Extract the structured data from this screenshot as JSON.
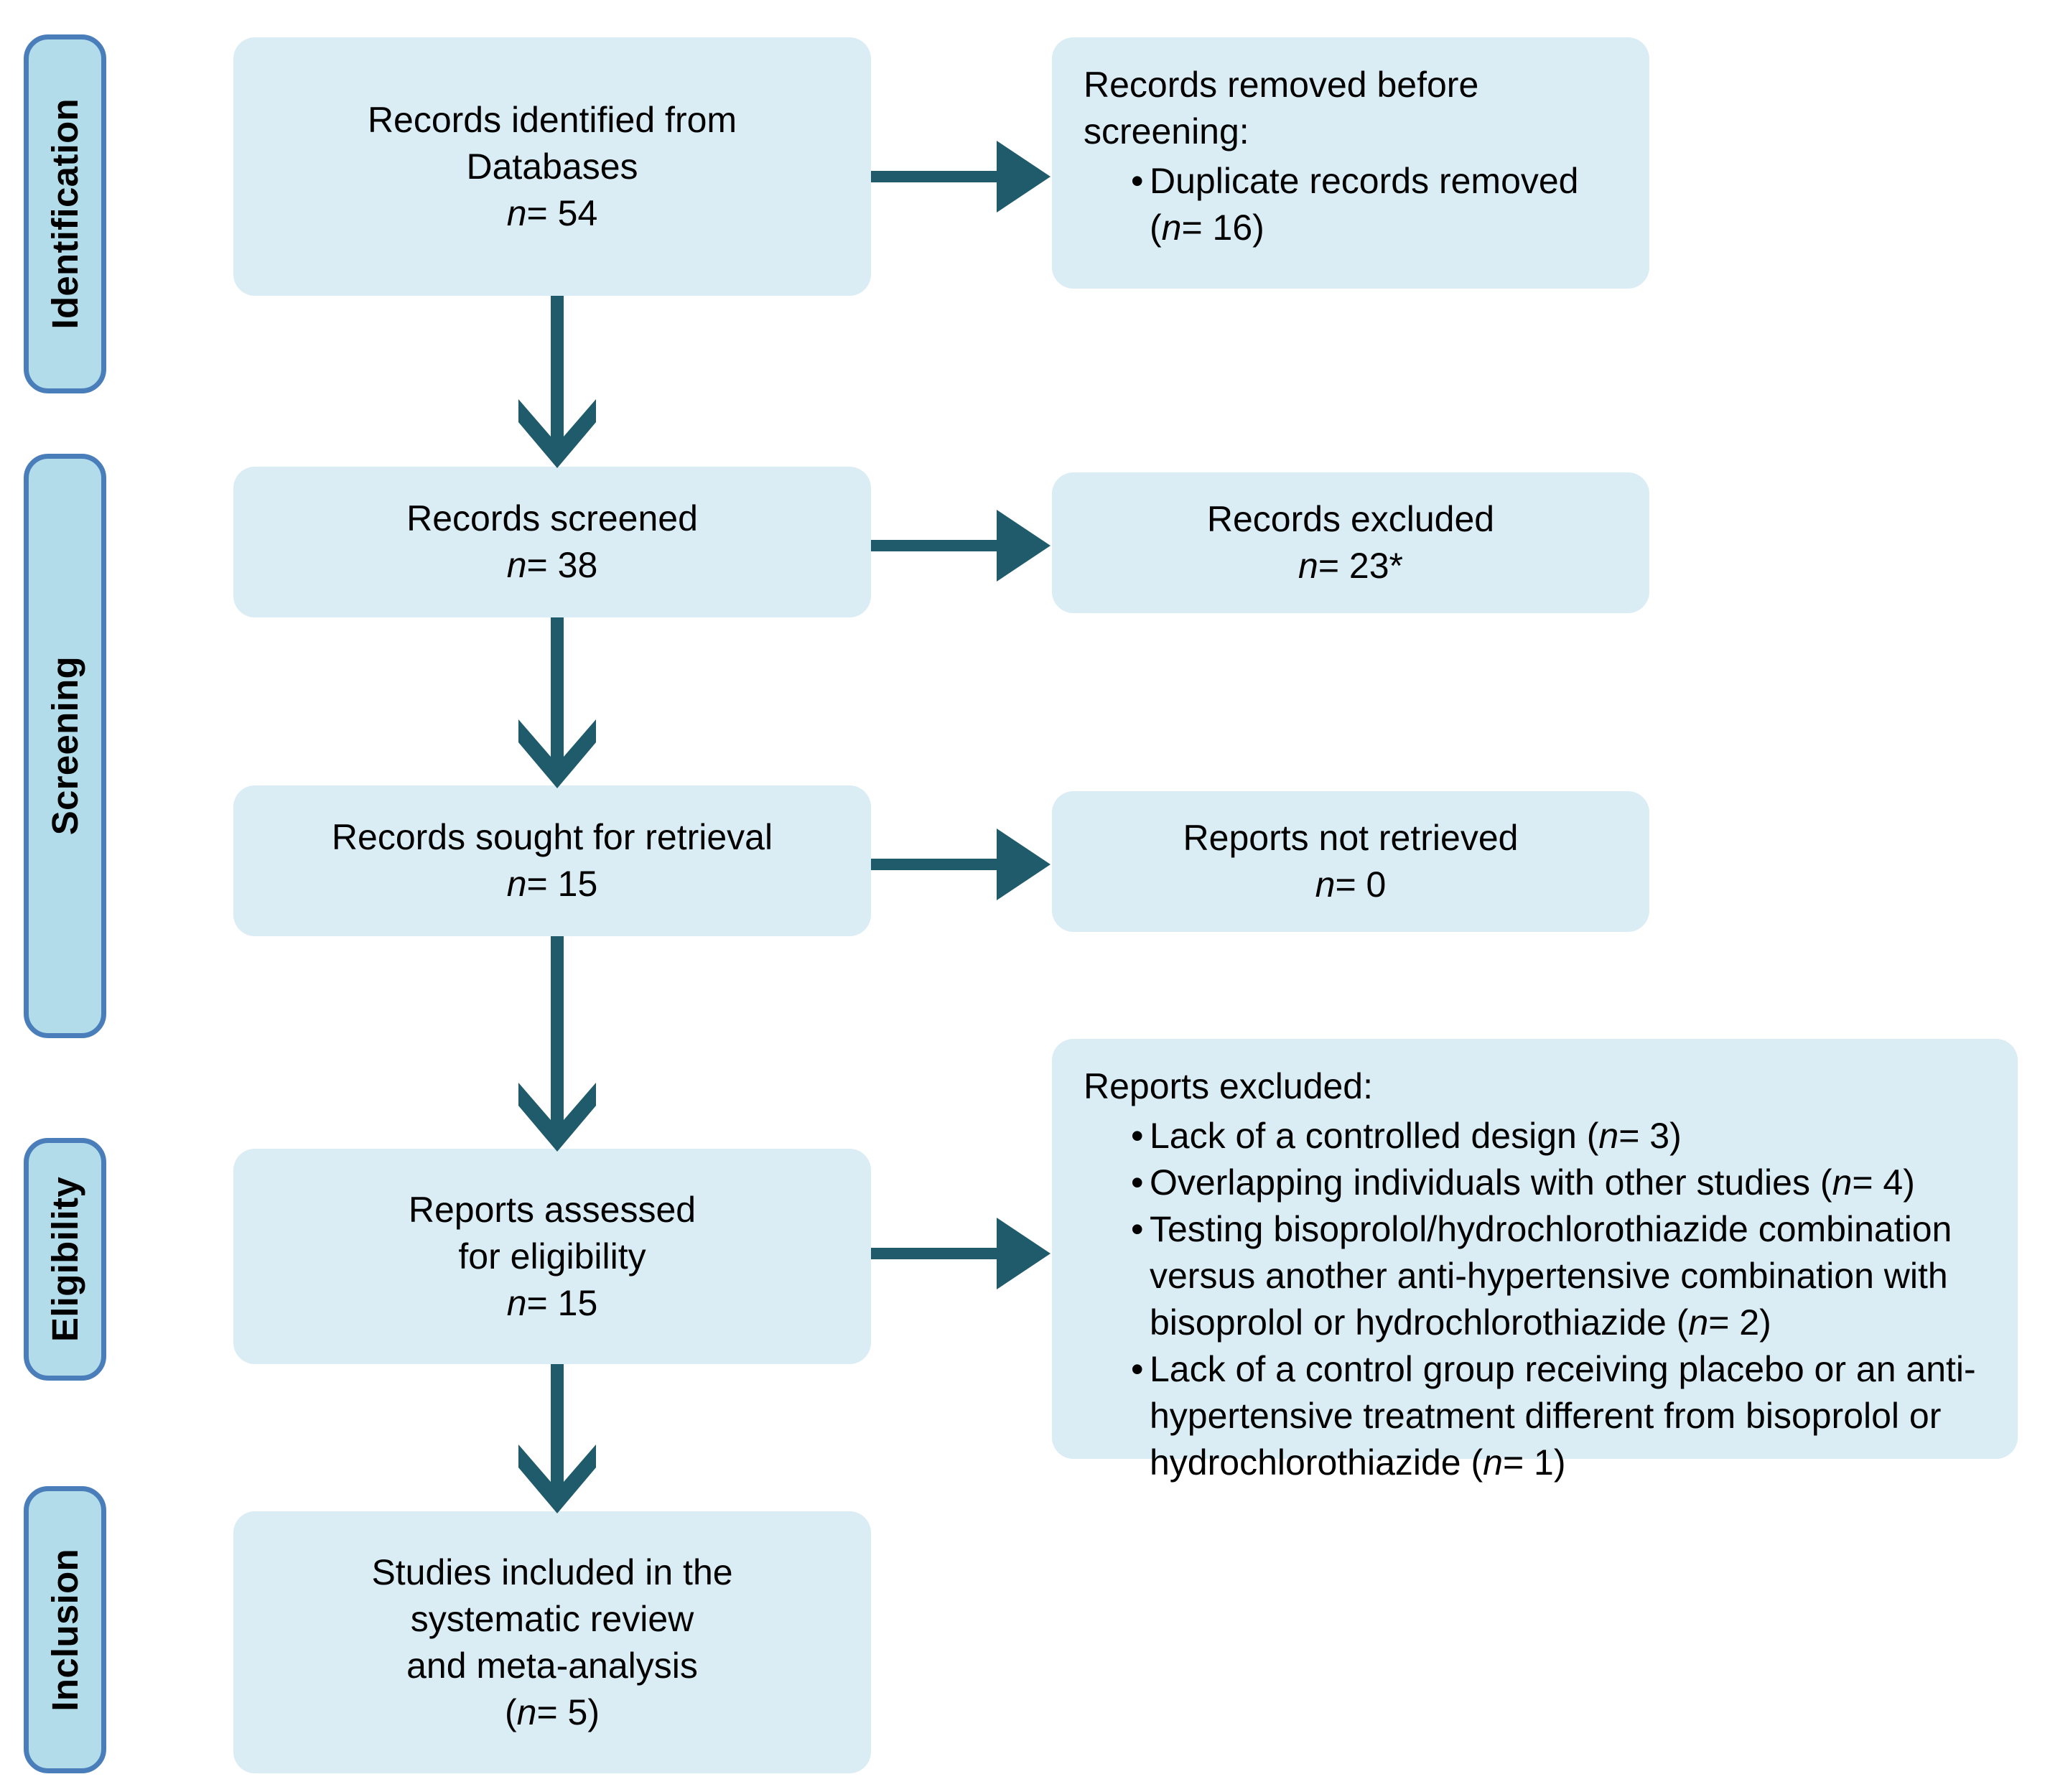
{
  "figure": {
    "type": "prisma-flow-diagram",
    "title": "PRISMA flow diagram"
  },
  "colors": {
    "box_fill": "#daecf4",
    "stage_bar_fill": "#b2dcea",
    "stage_bar_border": "#4a7ebb",
    "arrow": "#1f5b6b",
    "text": "#000000",
    "background": "#ffffff"
  },
  "stage_bars": [
    {
      "label": "Identification"
    },
    {
      "label": "Screening"
    },
    {
      "label": "Eligibility"
    },
    {
      "label": "Inclusion"
    }
  ],
  "boxes": {
    "identified": {
      "line1": "Records identified from",
      "line2": "Databases",
      "n_prefix": "n",
      "n_value": "= 54"
    },
    "removed_before_screening": {
      "heading_line1": "Records removed before",
      "heading_line2": "screening:",
      "bullets": [
        {
          "text_before": "Duplicate records removed (",
          "italic": "n",
          "text_after": "= 16)"
        }
      ]
    },
    "screened": {
      "line1": "Records screened",
      "n_prefix": "n",
      "n_value": "= 38"
    },
    "records_excluded": {
      "line1": "Records excluded",
      "n_prefix": "n",
      "n_value": "= 23*"
    },
    "sought_retrieval": {
      "line1": "Records sought for retrieval",
      "n_prefix": "n",
      "n_value": "= 15"
    },
    "not_retrieved": {
      "line1": "Reports not retrieved",
      "n_prefix": "n",
      "n_value": "= 0"
    },
    "assessed_eligibility": {
      "line1": "Reports assessed",
      "line2": "for eligibility",
      "n_prefix": "n",
      "n_value": "= 15"
    },
    "reports_excluded": {
      "heading": "Reports excluded:",
      "bullets": [
        {
          "text_before": "Lack of a controlled design (",
          "italic": "n",
          "text_after": "= 3)"
        },
        {
          "text_before": "Overlapping individuals with other studies (",
          "italic": "n",
          "text_after": "= 4)"
        },
        {
          "text_before": "Testing bisoprolol/hydrochlorothiazide combination versus another anti-hypertensive combination with bisoprolol or hydrochlorothiazide (",
          "italic": "n",
          "text_after": "= 2)"
        },
        {
          "text_before": "Lack of a control group receiving placebo or an anti-hypertensive treatment different from bisoprolol or hydrochlorothiazide (",
          "italic": "n",
          "text_after": "= 1)"
        }
      ]
    },
    "included": {
      "line1": "Studies included in the",
      "line2": "systematic review",
      "line3": "and meta-analysis",
      "n_open": "(",
      "n_prefix": "n",
      "n_value": "= 5)"
    }
  },
  "connectors": [
    {
      "name": "identified-to-removed",
      "direction": "right"
    },
    {
      "name": "identified-to-screened",
      "direction": "down"
    },
    {
      "name": "screened-to-excluded",
      "direction": "right"
    },
    {
      "name": "screened-to-sought",
      "direction": "down"
    },
    {
      "name": "sought-to-not-retrieved",
      "direction": "right"
    },
    {
      "name": "sought-to-assessed",
      "direction": "down"
    },
    {
      "name": "assessed-to-reports-excluded",
      "direction": "right"
    },
    {
      "name": "assessed-to-included",
      "direction": "down"
    }
  ]
}
